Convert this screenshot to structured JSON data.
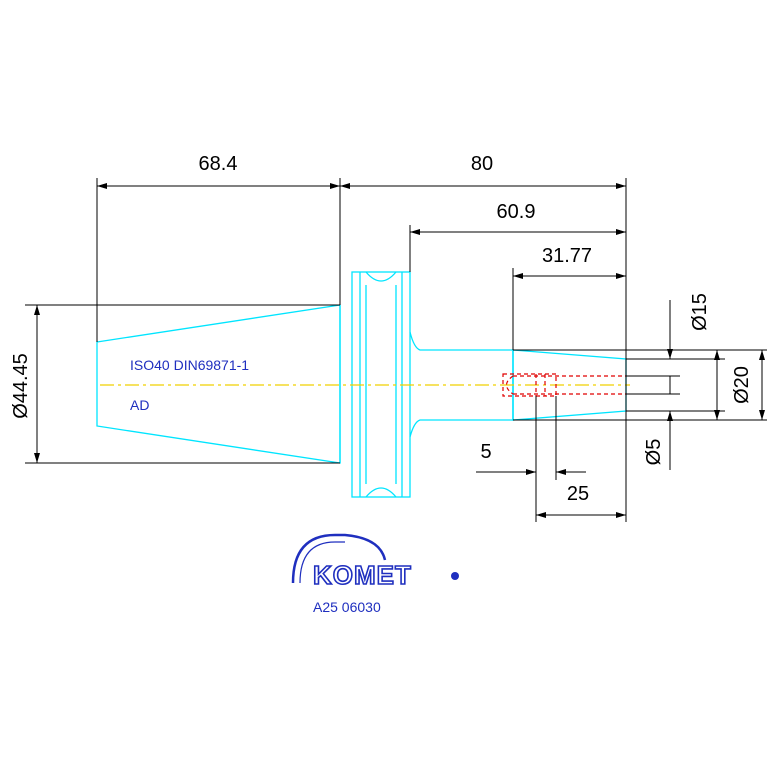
{
  "drawing": {
    "dimensions": {
      "flange_to_gauge": "68.4",
      "total_projection": "80",
      "neck_length": "60.9",
      "bore_depth": "31.77",
      "thread_length": "5",
      "thread_depth": "25",
      "taper_diameter": "Ø44.45",
      "bore_diameter": "Ø15",
      "neck_diameter": "Ø20",
      "thread_diameter": "Ø5"
    },
    "labels": {
      "standard": "ISO40 DIN69871-1",
      "form": "AD"
    },
    "brand": {
      "logo_text": "KOMET",
      "part_number": "A25 06030"
    },
    "colors": {
      "outline": "#00e5ff",
      "centerline": "#f0d000",
      "hidden": "#e00000",
      "dimension": "#000000",
      "text": "#1f2fbf"
    }
  }
}
